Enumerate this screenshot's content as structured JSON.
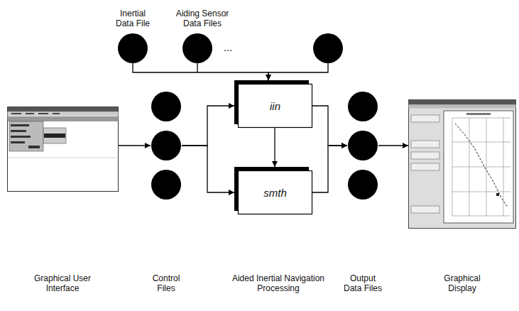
{
  "diagram": {
    "nodes": [
      {
        "text": [
          "Inertial Data File"
        ]
      },
      {
        "text": [
          "Aiding Sensor Data Files"
        ]
      },
      {
        "text": [
          "Graphical User Interface"
        ]
      },
      {
        "text": [
          "Control Files"
        ]
      },
      {
        "text": [
          "iin"
        ]
      },
      {
        "text": [
          "smth"
        ]
      },
      {
        "text": [
          "Output Data Files"
        ]
      },
      {
        "text": [
          "Graphical Display"
        ]
      }
    ],
    "edges": [
      {
        "from": 0,
        "to": 4,
        "arrow": "to"
      },
      {
        "from": 1,
        "to": 4,
        "arrow": "to"
      },
      {
        "from": 2,
        "to": 3,
        "arrow": "to"
      },
      {
        "from": 3,
        "to": 4,
        "arrow": "to"
      },
      {
        "from": 3,
        "to": 5,
        "arrow": "to"
      },
      {
        "from": 4,
        "to": 5,
        "arrow": "to"
      },
      {
        "from": 4,
        "to": 6,
        "arrow": "to"
      },
      {
        "from": 5,
        "to": 6,
        "arrow": "to"
      },
      {
        "from": 6,
        "to": 7,
        "arrow": "to"
      }
    ],
    "labels": [
      "...",
      "Aided Inertial Navigation Processing"
    ]
  }
}
